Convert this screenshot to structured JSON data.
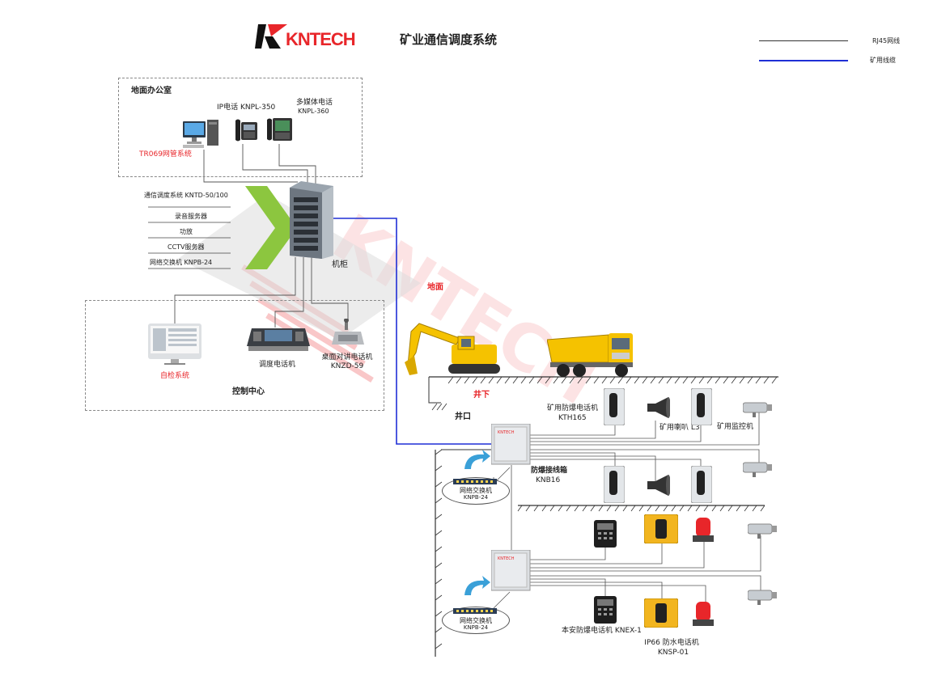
{
  "header": {
    "logo_text": "KNTECH",
    "title": "矿业通信调度系统"
  },
  "legend": [
    {
      "label": "RJ45网线",
      "color": "#333333"
    },
    {
      "label": "矿用线缆",
      "color": "#1f2fd6"
    }
  ],
  "office": {
    "title": "地面办公室",
    "ip_phone": "IP电话 KNPL-350",
    "multimedia_phone_1": "多媒体电话",
    "multimedia_phone_2": "KNPL-360",
    "tr069": "TR069网管系统"
  },
  "rack": {
    "items": [
      "通信调度系统 KNTD-50/100",
      "录音服务器",
      "功放",
      "CCTV服务器",
      "网络交换机 KNPB-24"
    ],
    "label": "机柜"
  },
  "control_center": {
    "title": "控制中心",
    "self_check": "自检系统",
    "dispatcher": "调度电话机",
    "intercom_1": "桌面对讲电话机",
    "intercom_2": "KNZD-59"
  },
  "ground": {
    "surface_label": "地面",
    "underground_label": "井下",
    "shaft_label": "井口"
  },
  "underground": {
    "phone_1": "矿用防爆电话机",
    "phone_2": "KTH165",
    "horn": "矿用喇叭 L3",
    "camera": "矿用监控机",
    "junction_1": "防爆接线箱",
    "junction_2": "KNB16",
    "switch_1": "网络交换机",
    "switch_2": "KNPB-24",
    "knex": "本安防爆电话机 KNEX-1",
    "waterproof_1": "IP66 防水电话机",
    "waterproof_2": "KNSP-01"
  },
  "colors": {
    "accent_red": "#e8262a",
    "cable_blue": "#1f2fd6",
    "arrow_green": "#8cc63f",
    "truck_yellow": "#f5c200"
  }
}
